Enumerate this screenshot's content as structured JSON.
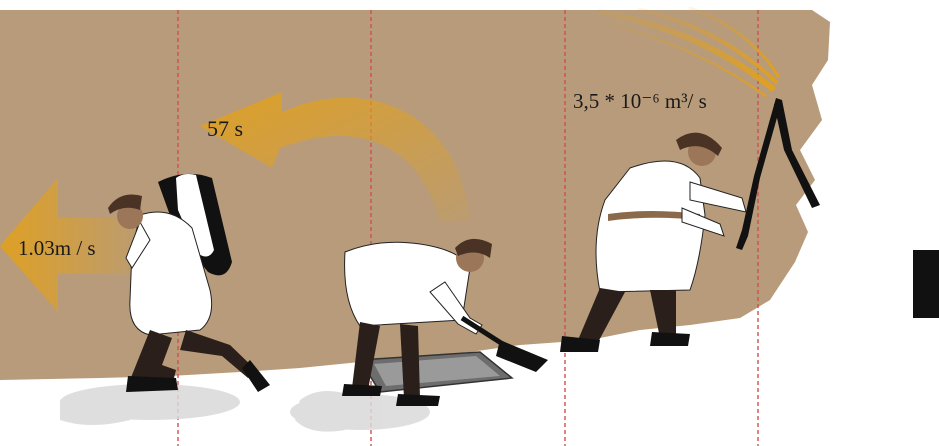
{
  "labels": {
    "speed": "1.03m / s",
    "time": "57 s",
    "flow_rate": "3,5 * 10⁻⁶ m³/ s"
  },
  "colors": {
    "wall": "#b79b7a",
    "arrow": "#e0a020",
    "guide_line": "#d05050",
    "robe": "#ffffff",
    "dark": "#1a1a1a"
  }
}
